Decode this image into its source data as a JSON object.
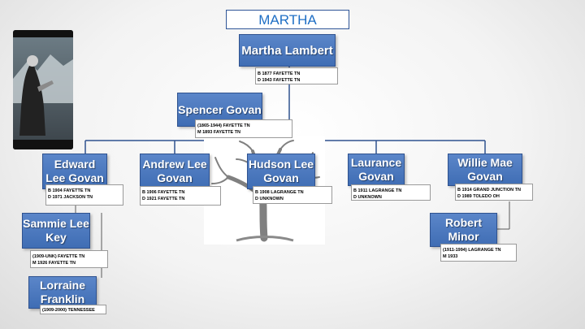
{
  "title": "MARTHA LAMBERT",
  "people": {
    "martha": {
      "name": "Martha Lambert",
      "line1": "B 1877 FAYETTE  TN",
      "line2": "D 1943 FAYETTE TN"
    },
    "spencer": {
      "name": "Spencer Govan",
      "line1": "(1865-1944) FAYETTE TN",
      "line2": "M 1893  FAYETTE TN"
    },
    "edward": {
      "name": "Edward Lee Govan",
      "line1": "B 1904 FAYETTE TN",
      "line2": "D 1971 JACKSON TN"
    },
    "andrew": {
      "name": "Andrew Lee Govan",
      "line1": "B 1906 FAYETTE TN",
      "line2": "D 1921 FAYETTE TN"
    },
    "hudson": {
      "name": "Hudson Lee Govan",
      "line1": "B 1908 LAGRANGE TN",
      "line2": "D UNKNOWN"
    },
    "laurance": {
      "name": "Laurance Govan",
      "line1": "B 1911 LAGRANGE TN",
      "line2": "D UNKNOWN"
    },
    "willie": {
      "name": "Willie Mae Govan",
      "line1": "B 1914 GRAND JUNCTION TN",
      "line2": "D 1989 TOLEDO OH"
    },
    "sammie": {
      "name": "Sammie Lee Key",
      "line1": "(1909-UNK) FAYETTE TN",
      "line2": "M 1926 FAYETTE TN"
    },
    "lorraine": {
      "name": "Lorraine Franklin",
      "line1": "(1909-2000) TENNESSEE"
    },
    "robert": {
      "name": "Robert Minor",
      "line1": "(1911-1994) LAGRANGE TN",
      "line2": "M 1933"
    }
  },
  "colors": {
    "box": "#4472c4",
    "border": "#2f528f",
    "title_text": "#1f6fc5"
  }
}
